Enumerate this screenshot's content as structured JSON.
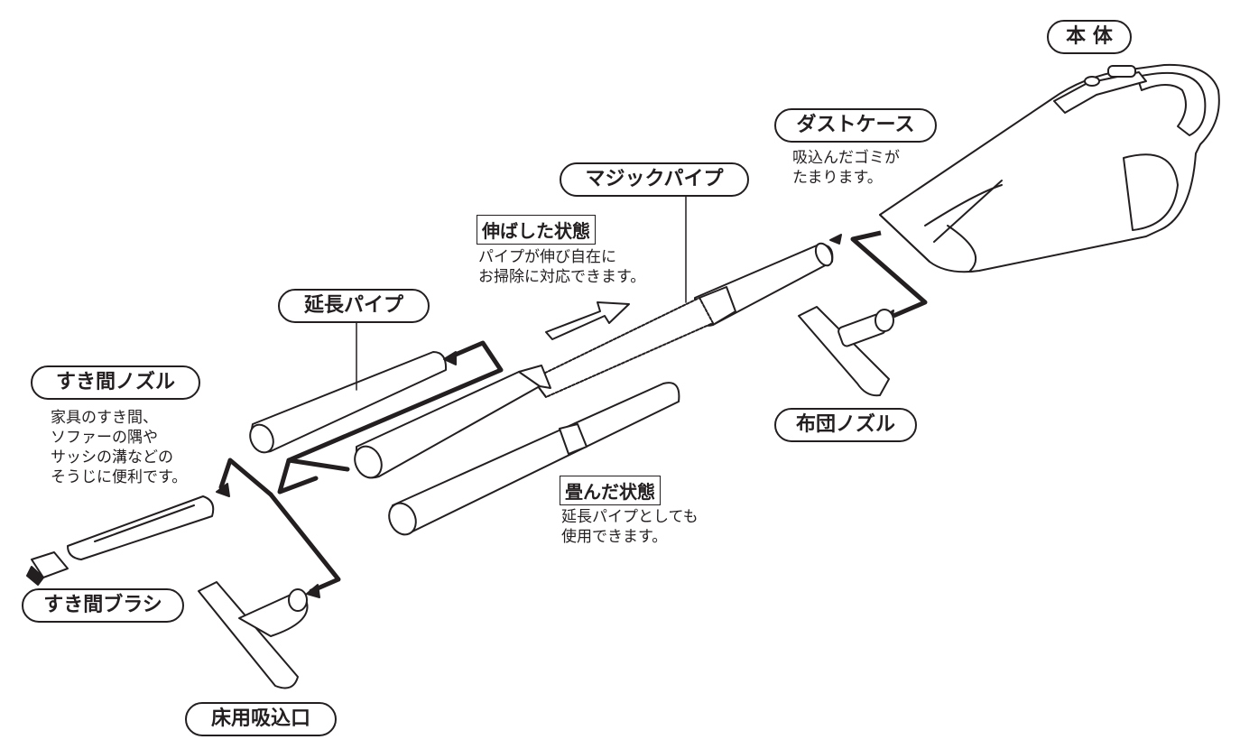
{
  "labels": {
    "main_body": "本 体",
    "dust_case": "ダストケース",
    "magic_pipe": "マジックパイプ",
    "extension_pipe": "延長パイプ",
    "crevice_nozzle": "すき間ノズル",
    "crevice_brush": "すき間ブラシ",
    "floor_nozzle": "床用吸込口",
    "futon_nozzle": "布団ノズル",
    "extended_state": "伸ばした状態",
    "folded_state": "畳んだ状態"
  },
  "descriptions": {
    "dust_case": [
      "吸込んだゴミが",
      "たまります。"
    ],
    "extended_state": [
      "パイプが伸び自在に",
      "お掃除に対応できます。"
    ],
    "crevice_nozzle": [
      "家具のすき間、",
      "ソファーの隅や",
      "サッシの溝などの",
      "そうじに便利です。"
    ],
    "folded_state": [
      "延長パイプとしても",
      "使用できます。"
    ]
  }
}
